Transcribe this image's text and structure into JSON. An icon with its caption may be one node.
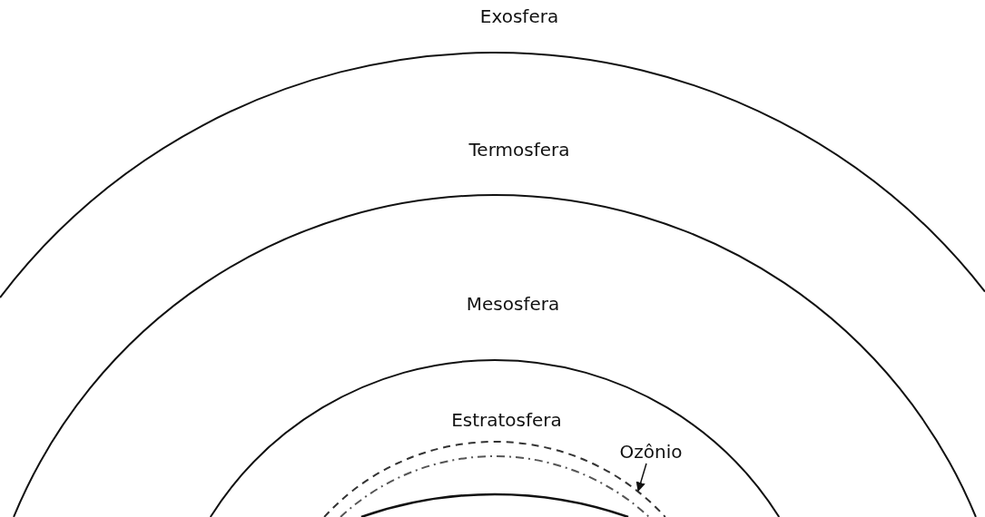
{
  "diagram": {
    "nodes": [
      {
        "text": [
          "Ozônio"
        ]
      },
      {
        "text": [],
        "shape": "band"
      }
    ],
    "edges": [
      {
        "from": 0,
        "to": 1,
        "arrow": "to"
      }
    ],
    "labels": [
      "Exosfera",
      "Termosfera",
      "Mesosfera",
      "Estratosfera"
    ]
  }
}
